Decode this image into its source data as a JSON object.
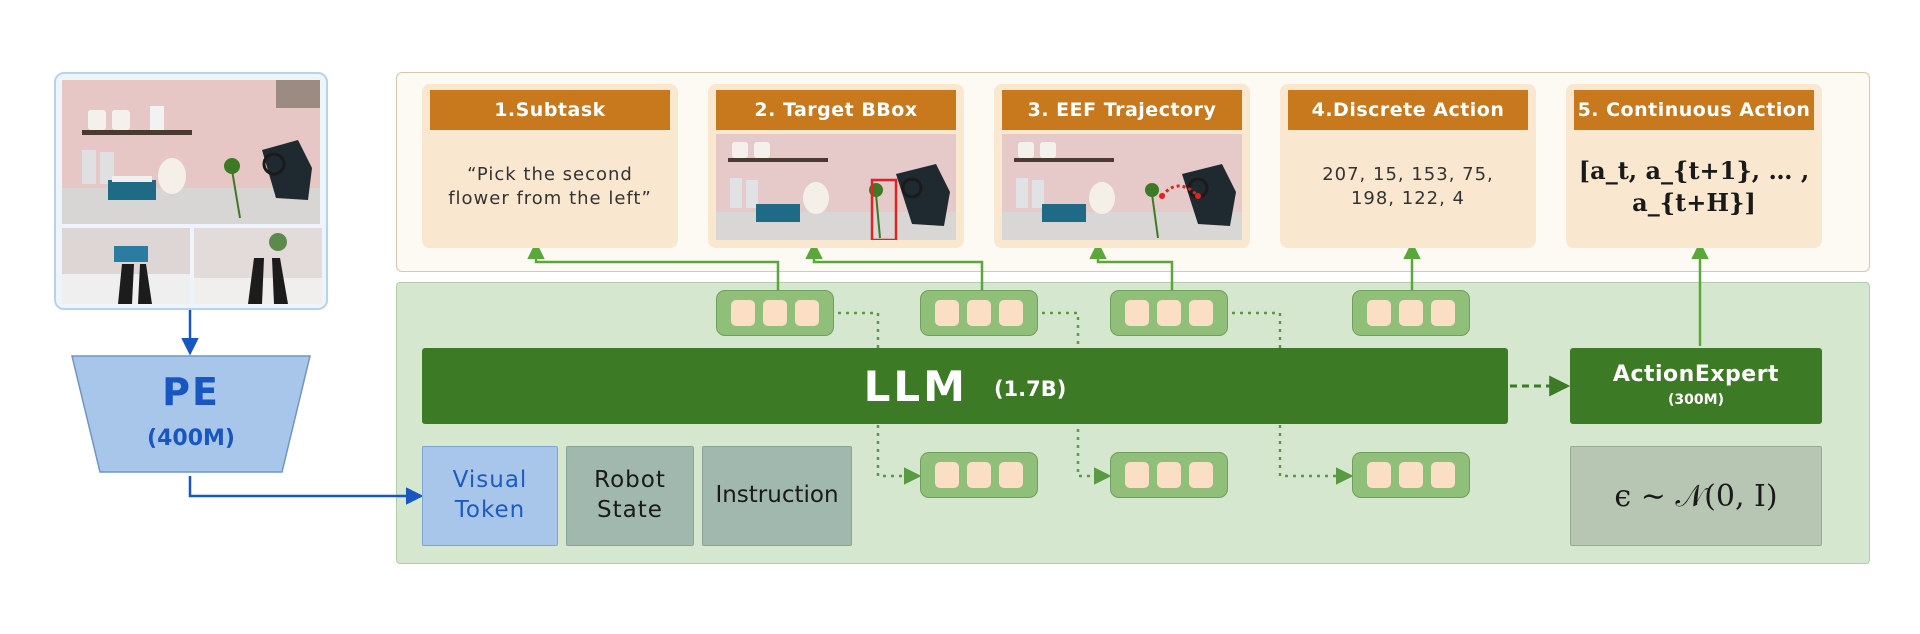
{
  "encoder": {
    "name": "PE",
    "size": "(400M)"
  },
  "outputs": [
    {
      "label": "1.Subtask",
      "text_line1": "“Pick the second",
      "text_line2": "flower from the left”"
    },
    {
      "label": "2. Target BBox"
    },
    {
      "label": "3. EEF Trajectory"
    },
    {
      "label": "4.Discrete Action",
      "text_line1": "207, 15, 153, 75,",
      "text_line2": "198, 122, 4"
    },
    {
      "label": "5. Continuous Action",
      "formula": "[a_t, a_{t+1}, … , a_{t+H}]"
    }
  ],
  "model": {
    "llm_name": "LLM",
    "llm_size": "(1.7B)",
    "action_expert_name": "ActionExpert",
    "action_expert_size": "(300M)"
  },
  "inputs": {
    "visual_token_line1": "Visual",
    "visual_token_line2": "Token",
    "robot_state_line1": "Robot",
    "robot_state_line2": "State",
    "instruction": "Instruction",
    "noise_formula": "ϵ ∼ 𝒩(0, I)"
  },
  "colors": {
    "card_header": "#c8791e",
    "card_bg": "#fae7d0",
    "llm": "#3d7a25",
    "arrow_green": "#5aa83c",
    "encoder_blue": "#1857c1",
    "model_region": "#d6e7cf"
  }
}
